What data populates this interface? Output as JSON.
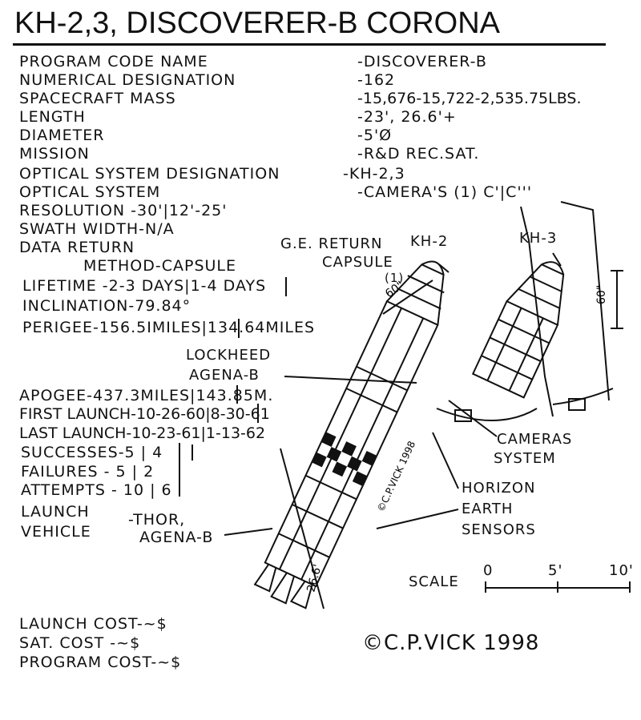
{
  "title": "KH-2,3, DISCOVERER-B CORONA",
  "specs": [
    {
      "label": "PROGRAM CODE NAME",
      "value": "-DISCOVERER-B"
    },
    {
      "label": "NUMERICAL DESIGNATION",
      "value": "-162"
    },
    {
      "label": "SPACECRAFT MASS",
      "value": "-15,676-15,722-2,535.75LBS."
    },
    {
      "label": "LENGTH",
      "value": "-23', 26.6'+"
    },
    {
      "label": "DIAMETER",
      "value": "-5'Ø"
    },
    {
      "label": "MISSION",
      "value": "-R&D REC.SAT."
    },
    {
      "label": "OPTICAL SYSTEM DESIGNATION",
      "value": "-KH-2,3"
    },
    {
      "label": "OPTICAL SYSTEM",
      "value": "-CAMERA'S (1) C'|C'''"
    }
  ],
  "left_specs": {
    "resolution": "RESOLUTION -30'|12'-25'",
    "swath": "SWATH WIDTH-N/A",
    "data_return_1": "DATA RETURN",
    "data_return_2": "METHOD-CAPSULE",
    "lifetime": "LIFETIME -2-3 DAYS|1-4 DAYS",
    "inclination": "INCLINATION-79.84°",
    "perigee": "PERIGEE-156.5IMILES|134.64MILES",
    "apogee": "APOGEE-437.3MILES|143.85M.",
    "first_launch": "FIRST LAUNCH-10-26-60|8-30-61",
    "last_launch": "LAST LAUNCH-10-23-61|1-13-62",
    "successes": "SUCCESSES-5 | 4",
    "failures": "FAILURES - 5 | 2",
    "attempts": "ATTEMPTS - 10 | 6",
    "launch_vehicle_1": "LAUNCH",
    "launch_vehicle_2": "VEHICLE",
    "thor_1": "-THOR,",
    "thor_2": "AGENA-B"
  },
  "costs": {
    "launch": "LAUNCH COST-~$",
    "sat": "SAT. COST -~$",
    "program": "PROGRAM COST-~$"
  },
  "labels": {
    "ge_return_1": "G.E. RETURN",
    "ge_return_2": "CAPSULE",
    "ge_return_3": "(1)",
    "kh2": "KH-2",
    "kh3": "KH-3",
    "lockheed": "LOCKHEED",
    "agena": "AGENA-B",
    "cameras_1": "CAMERAS",
    "cameras_2": "SYSTEM",
    "horizon": "HORIZON",
    "earth": "EARTH",
    "sensors": "SENSORS",
    "dim_60_left": "60\"",
    "dim_60_right": "60\"",
    "dim_length": "26.6'",
    "stamp": "©C.P.VICK 1998"
  },
  "scale": {
    "label": "SCALE",
    "ticks": [
      "0",
      "5'",
      "10'"
    ]
  },
  "copyright": "©C.P.VICK 1998"
}
